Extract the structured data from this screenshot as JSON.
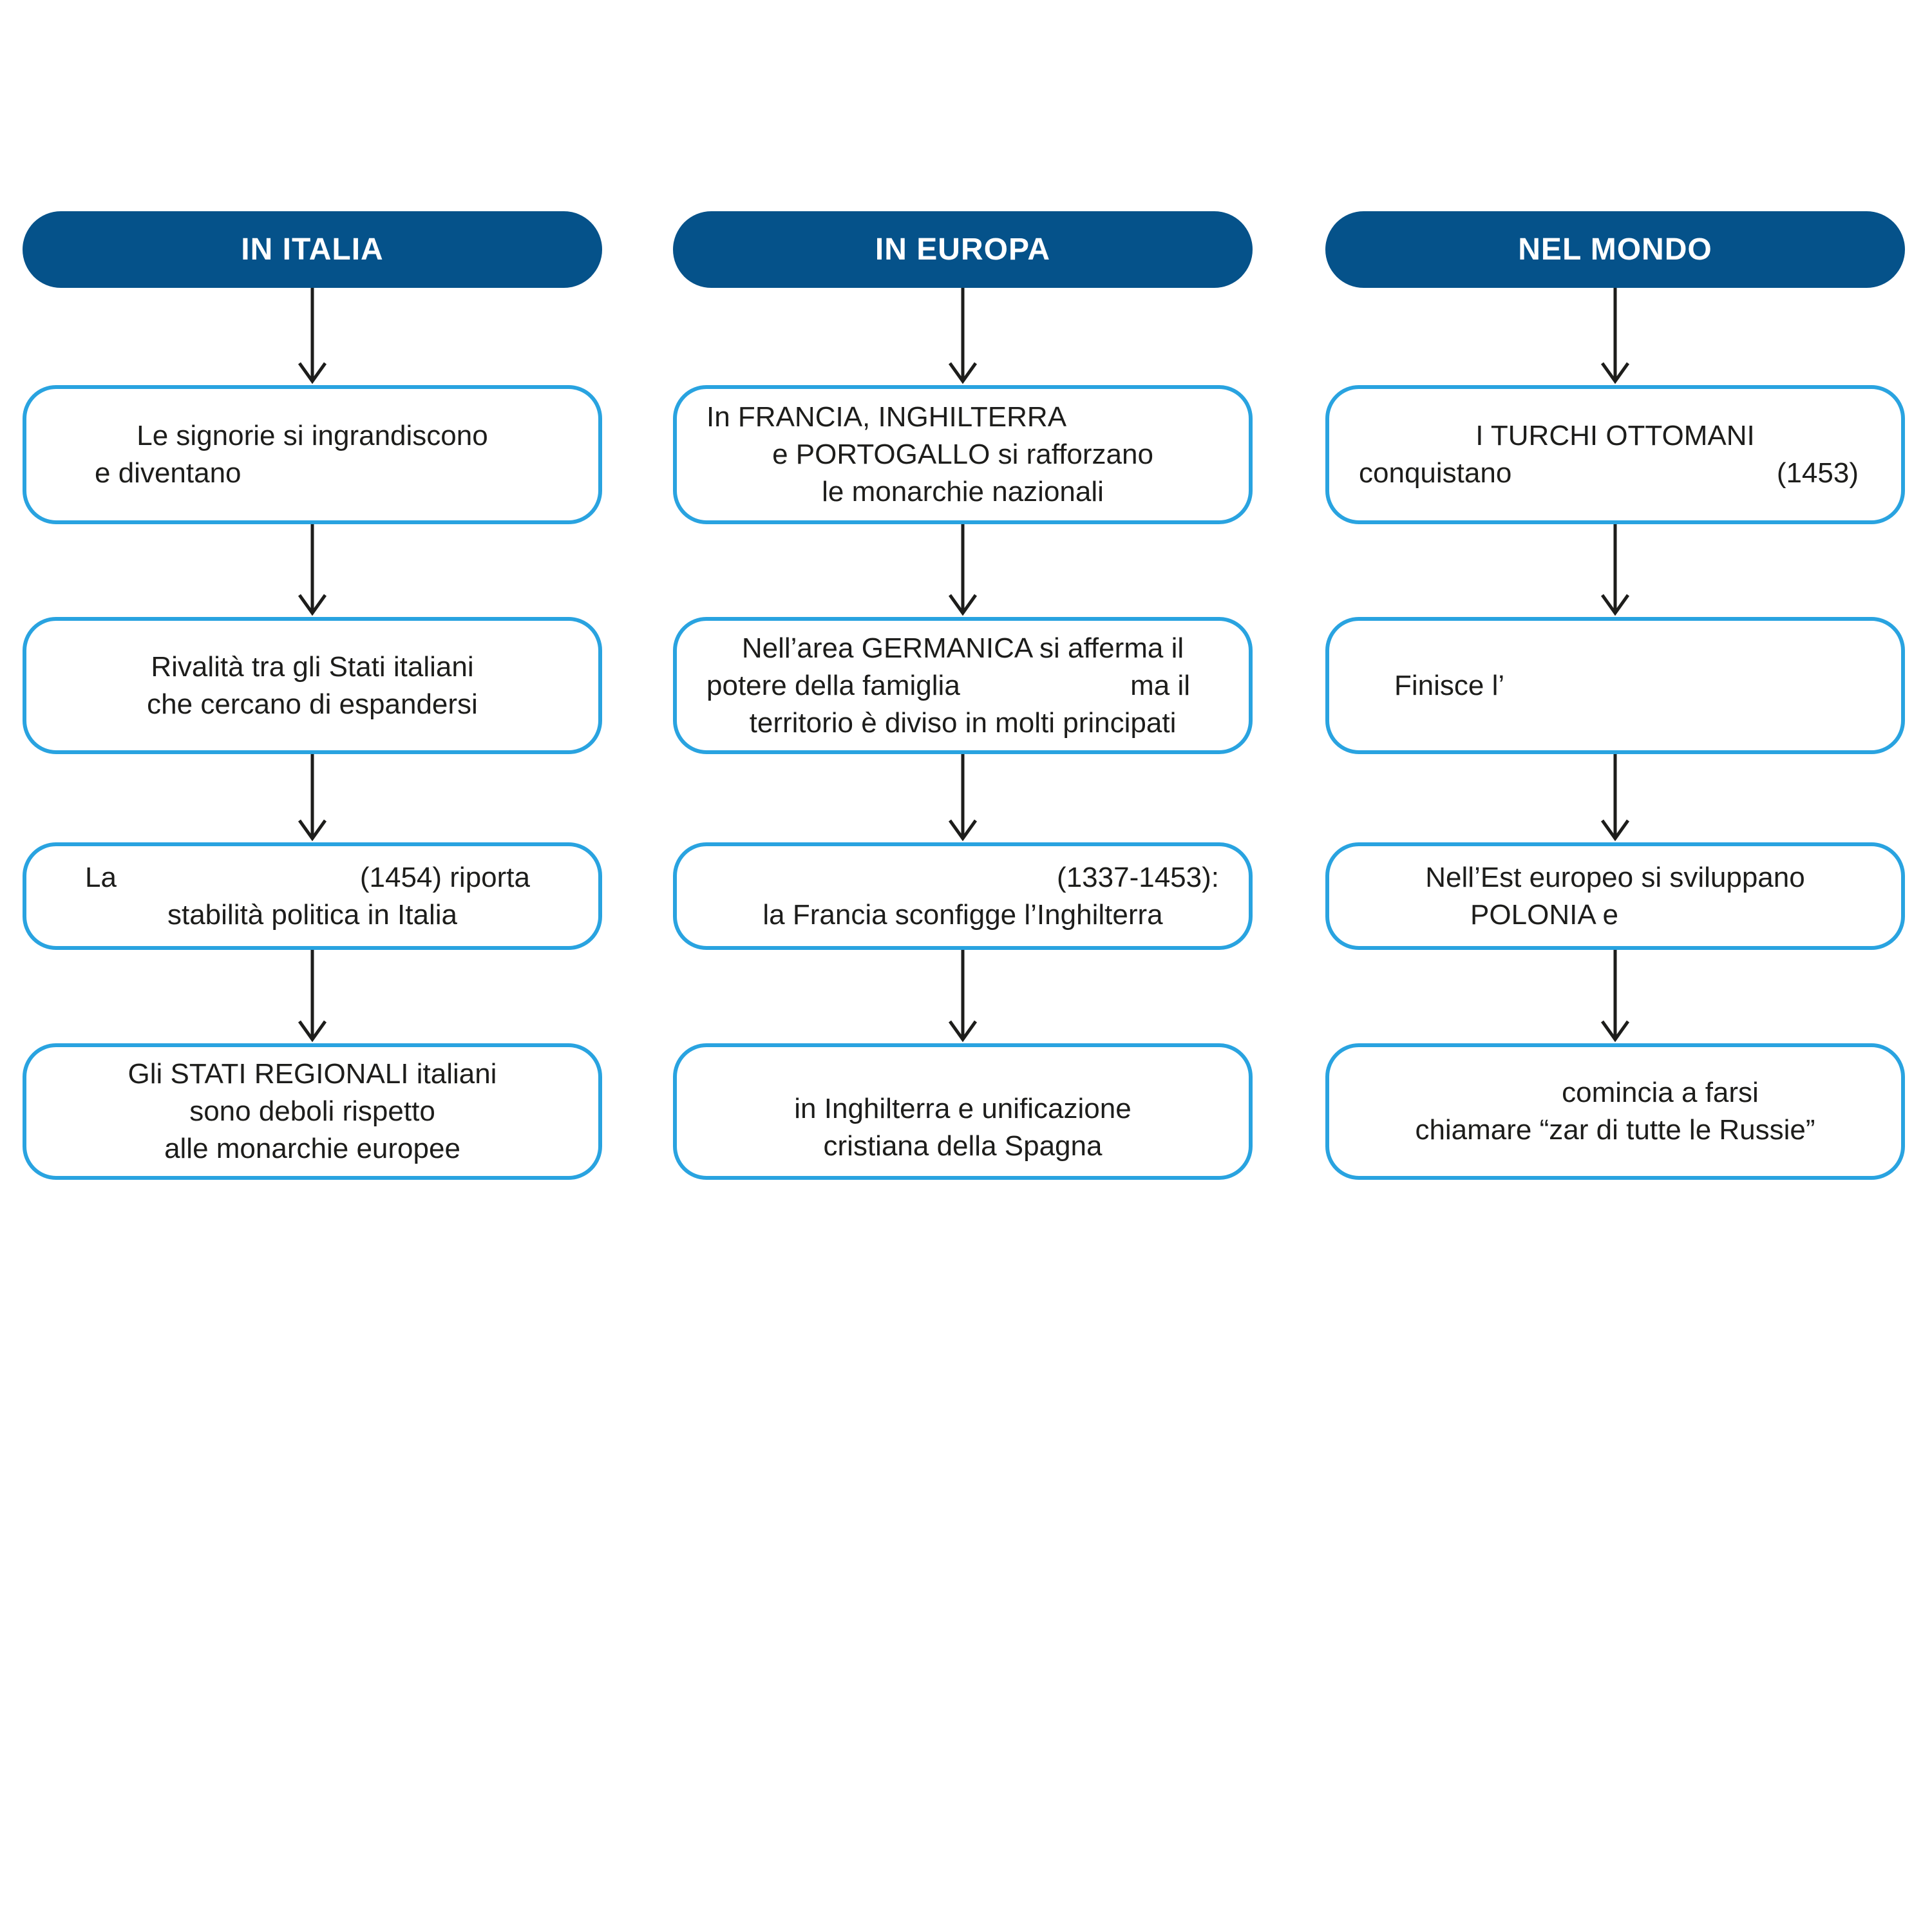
{
  "colors": {
    "header_bg": "#05528a",
    "header_text": "#ffffff",
    "box_border": "#29a3e0",
    "arrow": "#1d1d1b",
    "text": "#1d1d1b"
  },
  "diagram": {
    "columns": [
      {
        "header": "IN ITALIA",
        "boxes": [
          {
            "line1": "Le signorie si ingrandiscono",
            "line2": "e diventano"
          },
          {
            "line1": "Rivalità tra gli Stati italiani",
            "line2": "che cercano di espandersi"
          },
          {
            "line1_left": "La",
            "line1_right": "(1454) riporta",
            "line2": "stabilità politica in Italia"
          },
          {
            "line1": "Gli STATI REGIONALI italiani",
            "line2": "sono deboli rispetto",
            "line3": "alle monarchie europee"
          }
        ]
      },
      {
        "header": "IN EUROPA",
        "boxes": [
          {
            "line1": "In FRANCIA, INGHILTERRA",
            "line2": "e PORTOGALLO si rafforzano",
            "line3": "le monarchie nazionali"
          },
          {
            "line1": "Nell’area GERMANICA si afferma il",
            "line2_left": "potere della famiglia",
            "line2_right": "ma il",
            "line3": "territorio è diviso in molti principati"
          },
          {
            "line1_right": "(1337-1453):",
            "line2": "la Francia sconfigge l’Inghilterra"
          },
          {
            "line1": "in Inghilterra e unificazione",
            "line2": "cristiana della Spagna"
          }
        ]
      },
      {
        "header": "NEL MONDO",
        "boxes": [
          {
            "line1": "I TURCHI OTTOMANI",
            "line2_left": "conquistano",
            "line2_right": "(1453)"
          },
          {
            "line1": "Finisce l’"
          },
          {
            "line1": "Nell’Est europeo si sviluppano",
            "line2": "POLONIA e"
          },
          {
            "line1": "comincia a farsi",
            "line2": "chiamare “zar di tutte le Russie”"
          }
        ]
      }
    ]
  }
}
